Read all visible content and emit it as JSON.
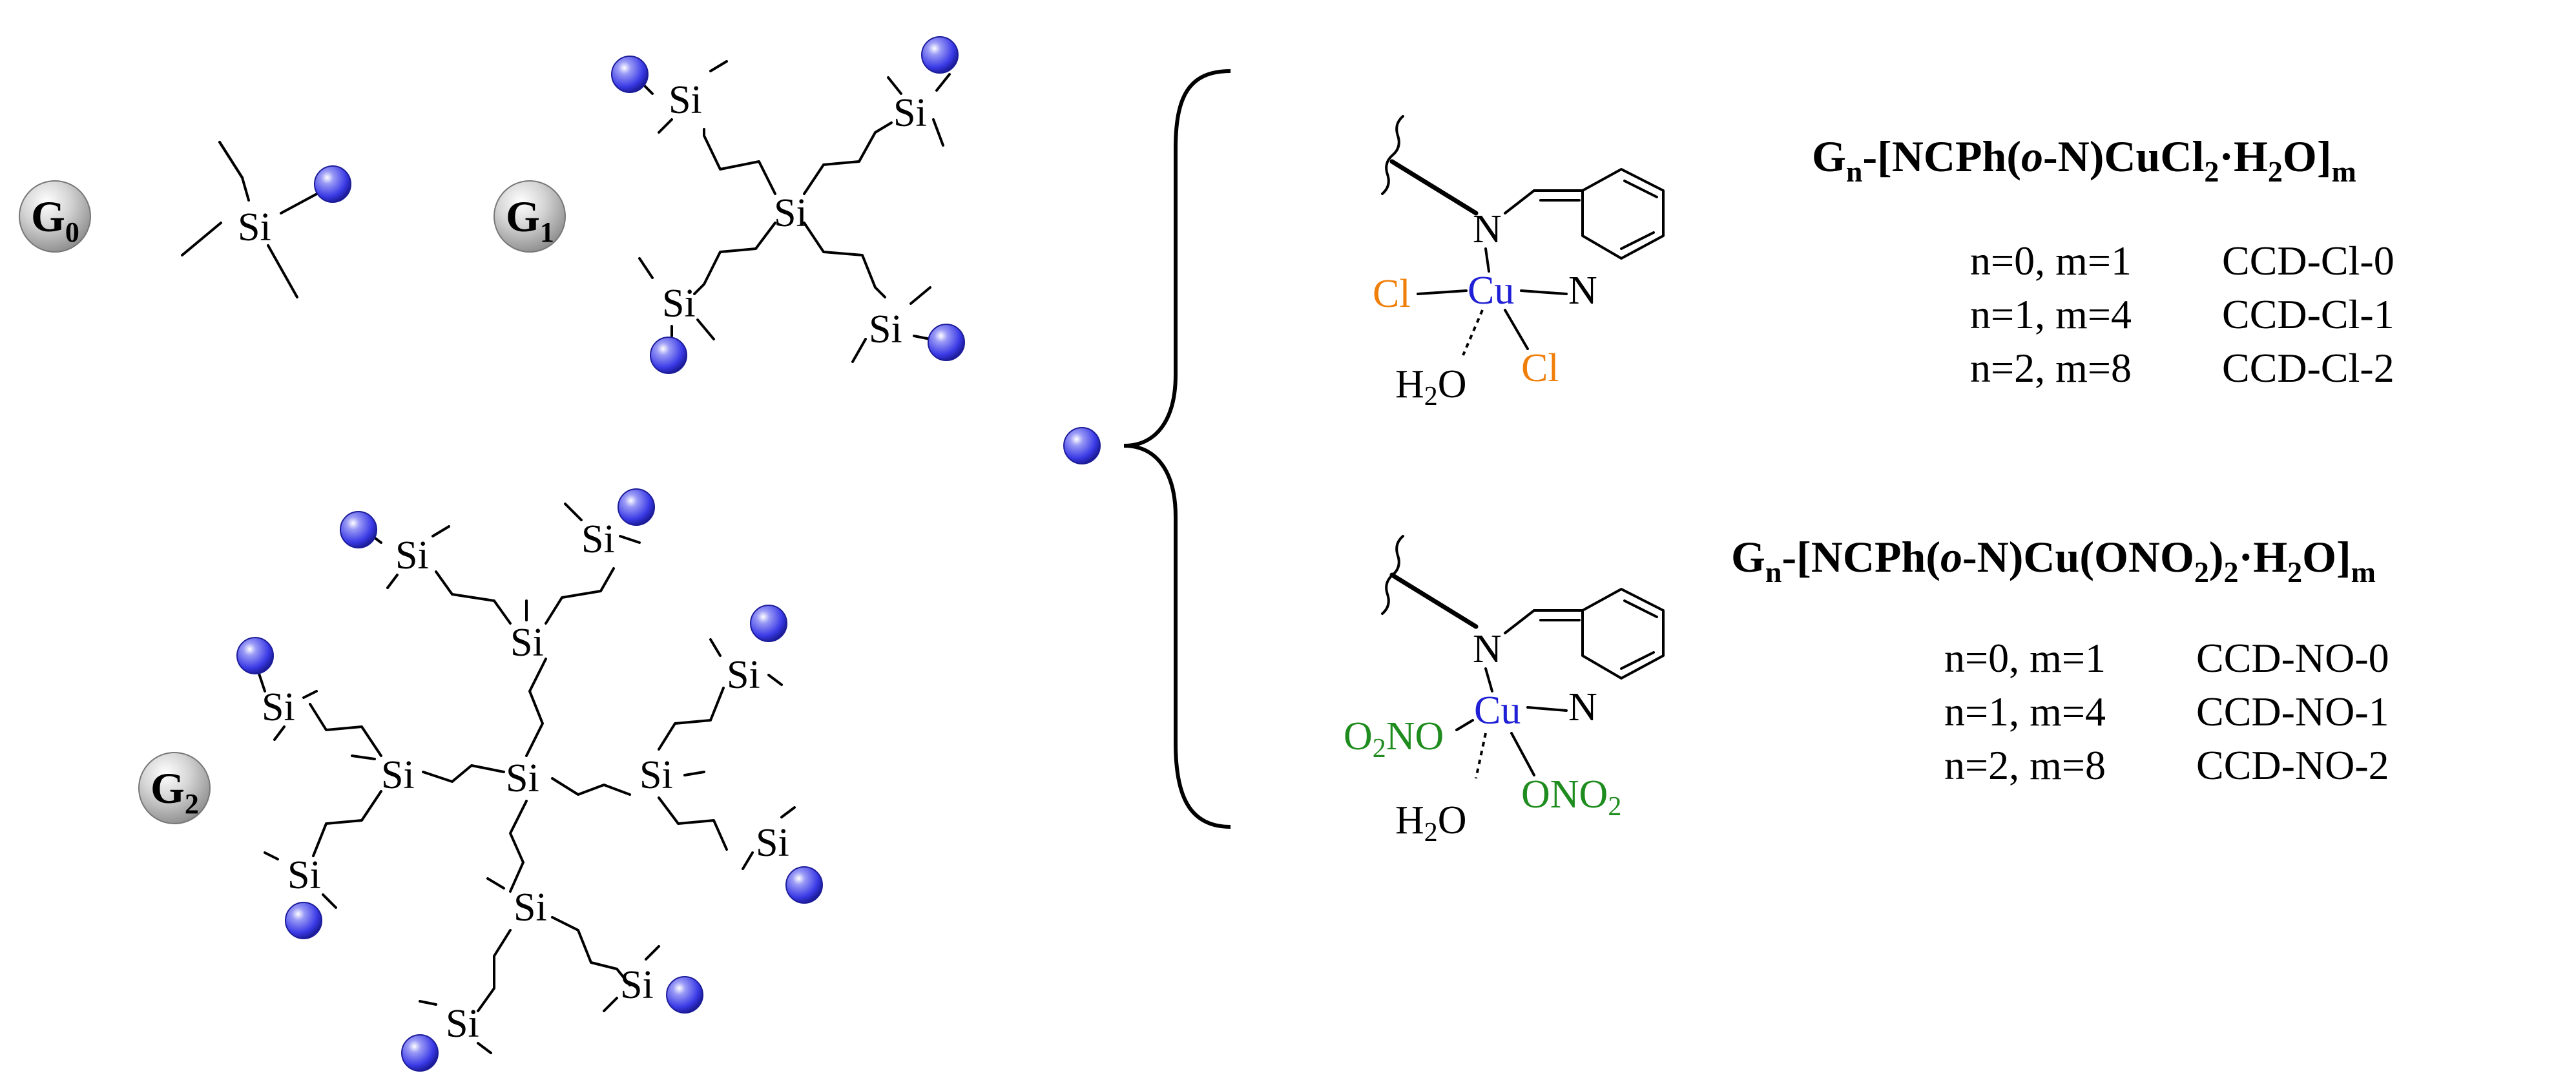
{
  "generations": {
    "g0": "G",
    "g0_sub": "0",
    "g1": "G",
    "g1_sub": "1",
    "g2": "G",
    "g2_sub": "2"
  },
  "atoms": {
    "si": "Si",
    "n": "N",
    "cu": "Cu",
    "cl": "Cl",
    "h2o_h": "H",
    "h2o_2": "2",
    "h2o_o": "O",
    "ono2_a": "O",
    "ono2_b": "NO",
    "ono2_2": "2",
    "ono2_c": "ONO",
    "ono2_d": "2"
  },
  "colors": {
    "ligand_sphere": "#3a3ae6",
    "generation_badge": "#bdbdbd",
    "chloride": "#f07f0a",
    "nitrate": "#1e8c1e",
    "copper": "#1f1fd6",
    "nitrogen": "#1f1fd6"
  },
  "chloride_complex": {
    "formula": {
      "g": "G",
      "n": "n",
      "body": "-[NCPh(",
      "o": "o",
      "rest": "-N)CuCl",
      "sub2": "2",
      "dot": "·H",
      "sub2b": "2",
      "end": "O]",
      "m": "m"
    },
    "rows": [
      {
        "nm": "n=0, m=1",
        "code": "CCD-Cl-0"
      },
      {
        "nm": "n=1, m=4",
        "code": "CCD-Cl-1"
      },
      {
        "nm": "n=2, m=8",
        "code": "CCD-Cl-2"
      }
    ]
  },
  "nitrate_complex": {
    "formula": {
      "g": "G",
      "n": "n",
      "body": "-[NCPh(",
      "o": "o",
      "rest": "-N)Cu(ONO",
      "sub2": "2",
      "close": ")",
      "sub2b": "2",
      "dot": "·H",
      "sub2c": "2",
      "end": "O]",
      "m": "m"
    },
    "rows": [
      {
        "nm": "n=0, m=1",
        "code": "CCD-NO-0"
      },
      {
        "nm": "n=1, m=4",
        "code": "CCD-NO-1"
      },
      {
        "nm": "n=2, m=8",
        "code": "CCD-NO-2"
      }
    ]
  }
}
